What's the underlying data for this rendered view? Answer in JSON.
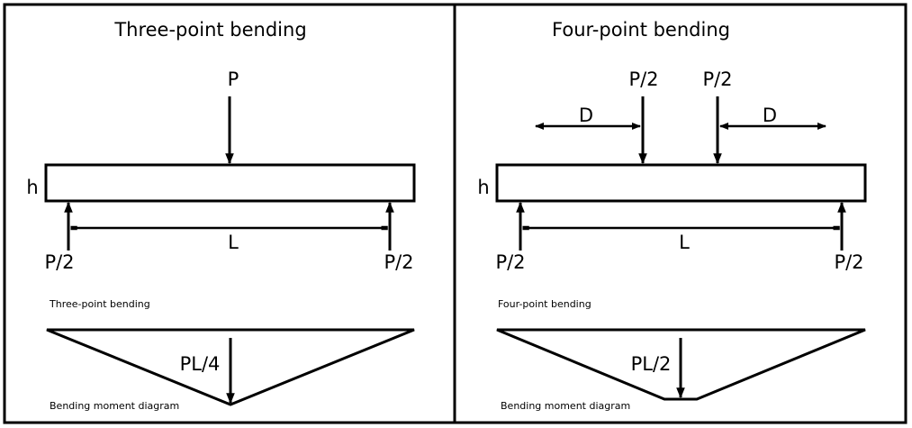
{
  "colors": {
    "ink": "#000000",
    "background": "#ffffff"
  },
  "panels": [
    {
      "id": "three-point",
      "title": "Three-point bending",
      "load_label": "P",
      "height_label": "h",
      "span_label": "L",
      "support_left_label": "P/2",
      "support_right_label": "P/2",
      "caption": "Three-point bending",
      "moment_label": "PL/4",
      "diagram_caption": "Bending moment diagram"
    },
    {
      "id": "four-point",
      "title": "Four-point bending",
      "load_left_label": "P/2",
      "load_right_label": "P/2",
      "distance_left_label": "D",
      "distance_right_label": "D",
      "height_label": "h",
      "span_label": "L",
      "support_left_label": "P/2",
      "support_right_label": "P/2",
      "caption": "Four-point bending",
      "moment_label": "PL/2",
      "diagram_caption": "Bending moment diagram"
    }
  ]
}
